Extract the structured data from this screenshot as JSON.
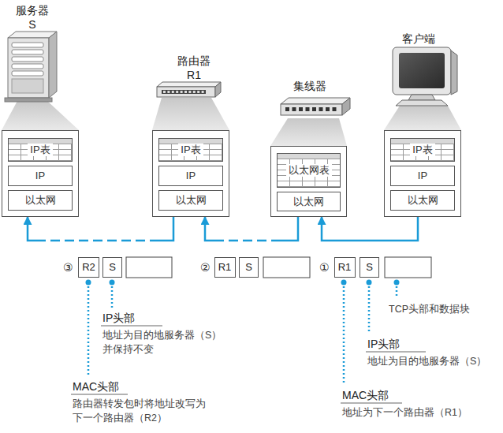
{
  "diagram": {
    "nodes": [
      {
        "text": [
          "服务器 S"
        ]
      },
      {
        "text": [
          "IP表"
        ],
        "in": 0
      },
      {
        "text": [
          "IP"
        ],
        "in": 0
      },
      {
        "text": [
          "以太网"
        ],
        "in": 0
      },
      {
        "text": [
          "路由器 R1"
        ]
      },
      {
        "text": [
          "IP表"
        ],
        "in": 4
      },
      {
        "text": [
          "IP"
        ],
        "in": 4
      },
      {
        "text": [
          "以太网"
        ],
        "in": 4
      },
      {
        "text": [
          "集线器"
        ]
      },
      {
        "text": [
          "以太网表"
        ],
        "in": 8
      },
      {
        "text": [
          "以太网"
        ],
        "in": 8
      },
      {
        "text": [
          "客户端"
        ]
      },
      {
        "text": [
          "IP表"
        ],
        "in": 11
      },
      {
        "text": [
          "IP"
        ],
        "in": 11
      },
      {
        "text": [
          "以太网"
        ],
        "in": 11
      },
      {
        "text": [
          "R2"
        ]
      },
      {
        "text": [
          "S"
        ]
      },
      {
        "text": [
          "R1"
        ]
      },
      {
        "text": [
          "S"
        ]
      },
      {
        "text": [
          "R1"
        ]
      },
      {
        "text": [
          "S"
        ]
      }
    ],
    "edges": [
      {
        "from": 4,
        "to": 0,
        "arrow": "to"
      },
      {
        "from": 8,
        "to": 4,
        "arrow": "to"
      },
      {
        "from": 11,
        "to": 8,
        "arrow": "to"
      }
    ],
    "labels": [
      "③",
      "②",
      "①",
      "IP头部",
      "地址为目的地服务器（S） 并保持不变",
      "MAC头部",
      "路由器转发包时将地址改写为 下一个路由器（R2）",
      "TCP头部和数据块",
      "IP头部",
      "地址为目的地服务器（S）",
      "MAC头部",
      "地址为下一个路由器（R1）"
    ]
  }
}
